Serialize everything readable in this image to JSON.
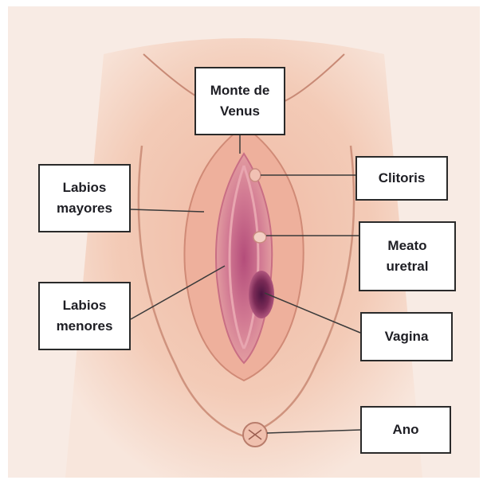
{
  "labels": {
    "monte_de_venus": "Monte de\nVenus",
    "labios_mayores": "Labios\nmayores",
    "clitoris": "Clitoris",
    "meato_uretral": "Meato\nuretral",
    "labios_menores": "Labios\nmenores",
    "vagina": "Vagina",
    "ano": "Ano"
  },
  "colors": {
    "background": "#f8ebe4",
    "skin": "#f2c6b0",
    "skin_shadow": "#d99a82",
    "inner_pink": "#c9688a",
    "inner_dark": "#7a2a56",
    "box_border": "#2a2a2a",
    "text": "#1e1e24"
  }
}
